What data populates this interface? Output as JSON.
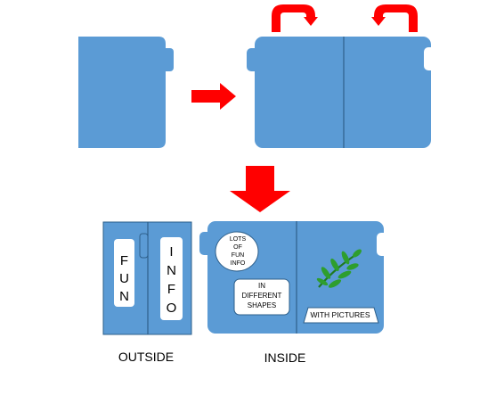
{
  "colors": {
    "folder_fill": "#5b9bd5",
    "folder_stroke": "#2e5f8a",
    "arrow": "#ff0000",
    "label_fill": "#ffffff",
    "leaf_fill": "#2e9e2e"
  },
  "outside_cover": {
    "fun_letters": [
      "F",
      "U",
      "N"
    ],
    "info_letters": [
      "I",
      "N",
      "F",
      "O"
    ]
  },
  "inside": {
    "circle_label": [
      "LOTS",
      "OF",
      "FUN",
      "INFO"
    ],
    "rect_label": [
      "IN",
      "DIFFERENT",
      "SHAPES"
    ],
    "banner_label": "WITH PICTURES",
    "picture": "leafy-branch"
  },
  "captions": {
    "outside": "OUTSIDE",
    "inside": "INSIDE"
  }
}
